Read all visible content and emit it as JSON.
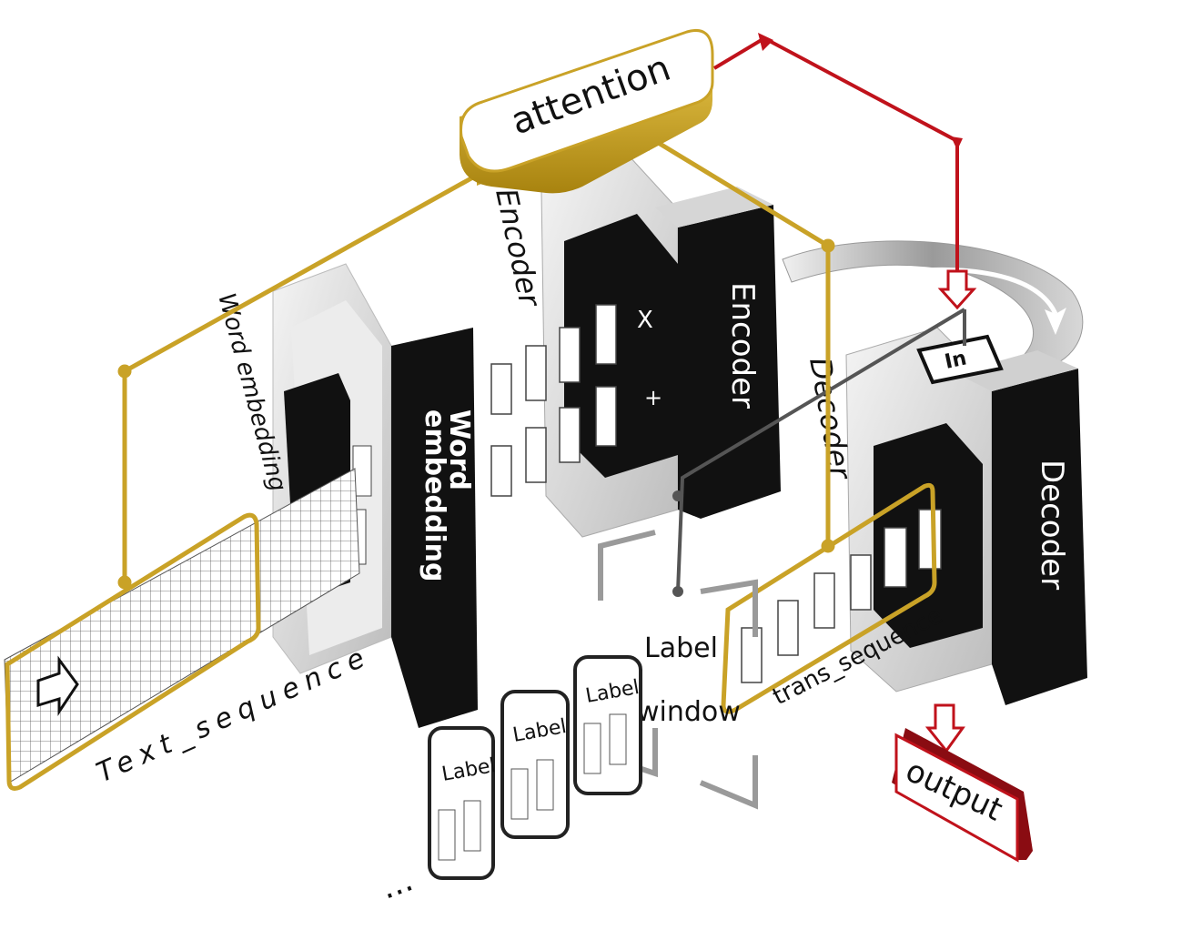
{
  "diagram": {
    "labels": {
      "attention": "attention",
      "encoder_side": "Encoder",
      "encoder_face": "Encoder",
      "decoder_side": "Decoder",
      "decoder_face": "Decoder",
      "word_embedding_side": "Word  embedding",
      "word_embedding_face_1": "Word",
      "word_embedding_face_2": "embedding",
      "text_sequence": "Text_sequence",
      "label_window_1": "Label",
      "label_window_2": "window",
      "trans_sequence": "trans_sequence",
      "output": "output",
      "label_card": "Label",
      "ellipsis": "...",
      "in_symbol": "In",
      "x_symbol": "X",
      "plus_symbol": "+"
    },
    "colors": {
      "gold": "#c9a227",
      "gold_dark": "#a8830f",
      "red": "#c0121b",
      "block_light": "#e6e6e6",
      "block_dark": "#111111"
    }
  }
}
